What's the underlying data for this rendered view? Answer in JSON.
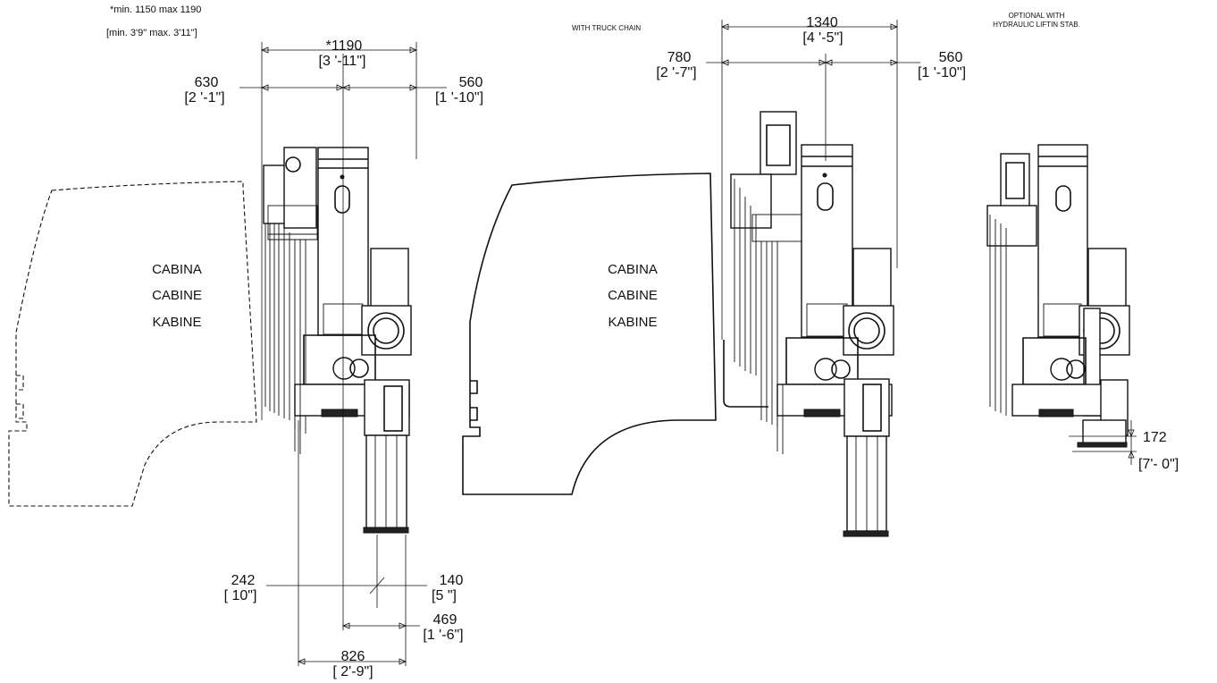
{
  "notes": {
    "min_max_line1": "*min. 1150 max 1190",
    "min_max_line2": "[min. 3'9\" max. 3'11\"]",
    "truck_chain": "WITH TRUCK CHAIN",
    "optional_line1": "OPTIONAL WITH",
    "optional_line2": "HYDRAULIC LIFTIN STAB."
  },
  "cabin_labels": {
    "left": [
      "CABINA",
      "CABINE",
      "KABINE"
    ],
    "middle": [
      "CABINA",
      "CABINE",
      "KABINE"
    ]
  },
  "dimensions": {
    "view1": {
      "overall": {
        "value": "*1190",
        "imperial": "[3 '-11\"]"
      },
      "left": {
        "value": "630",
        "imperial": "[2 '-1\"]"
      },
      "right": {
        "value": "560",
        "imperial": "[1 '-10\"]"
      },
      "bottom_left": {
        "value": "242",
        "imperial": "[ 10\"]"
      },
      "bottom_right": {
        "value": "140",
        "imperial": "[5 \"]"
      },
      "leg_offset": {
        "value": "469",
        "imperial": "[1 '-6\"]"
      },
      "total_bottom": {
        "value": "826",
        "imperial": "[ 2'-9\"]"
      }
    },
    "view2": {
      "overall": {
        "value": "1340",
        "imperial": "[4 '-5\"]"
      },
      "left": {
        "value": "780",
        "imperial": "[2 '-7\"]"
      },
      "right": {
        "value": "560",
        "imperial": "[1 '-10\"]"
      }
    },
    "view3": {
      "height": {
        "value": "172",
        "imperial": "[7'- 0\"]"
      }
    }
  }
}
